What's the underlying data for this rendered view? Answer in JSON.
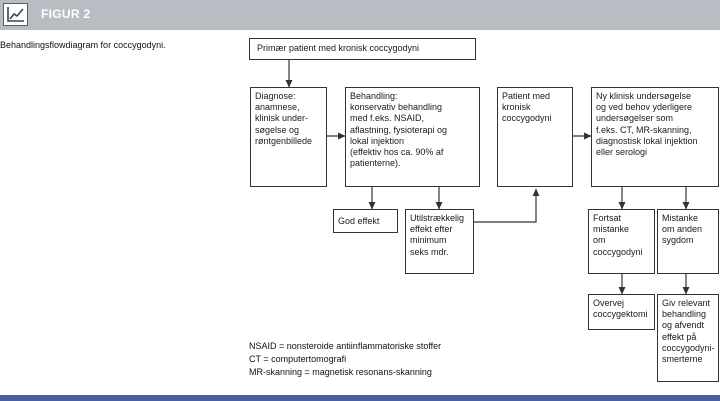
{
  "header": {
    "title": "FIGUR 2"
  },
  "caption": "Behandlingsflowdiagram for coccygodyni.",
  "boxes": {
    "primary": "Primær patient med kronisk coccygodyni",
    "diagnosis": "Diagnose:\nanamnese,\nklinisk under-\nsøgelse og\nrøntgenbillede",
    "treatment": "Behandling:\nkonservativ behandling\nmed f.eks. NSAID,\naflastning, fysioterapi og\nlokal injektion\n(effektiv hos ca. 90% af\npatienterne).",
    "chronic": "Patient med\nkronisk\ncoccygodyni",
    "new_exam": "Ny klinisk undersøgelse\nog ved behov yderligere\nundersøgelser som\nf.eks. CT, MR-skanning,\ndiagnostisk lokal injektion\neller serologi",
    "good_effect": "God effekt",
    "insufficient": "Utilstrækkelig\neffekt efter\nminimum\nseks mdr.",
    "continued": "Fortsat\nmistanke\nom\ncoccygodyni",
    "other": "Mistanke\nom anden\nsygdom",
    "coccygectomy": "Overvej\ncoccygektomi",
    "relevant": "Giv relevant\nbehandling\nog afvendt\neffekt på\ncoccygodyni-\nsmerterne"
  },
  "legend": [
    "NSAID = nonsteroide antiinflammatoriske stoffer",
    "CT = computertomografi",
    "MR-skanning = magnetisk resonans-skanning"
  ],
  "colors": {
    "header": "#b9bcc2",
    "bottom_bar": "#4a5fa0",
    "stroke": "#333333"
  }
}
